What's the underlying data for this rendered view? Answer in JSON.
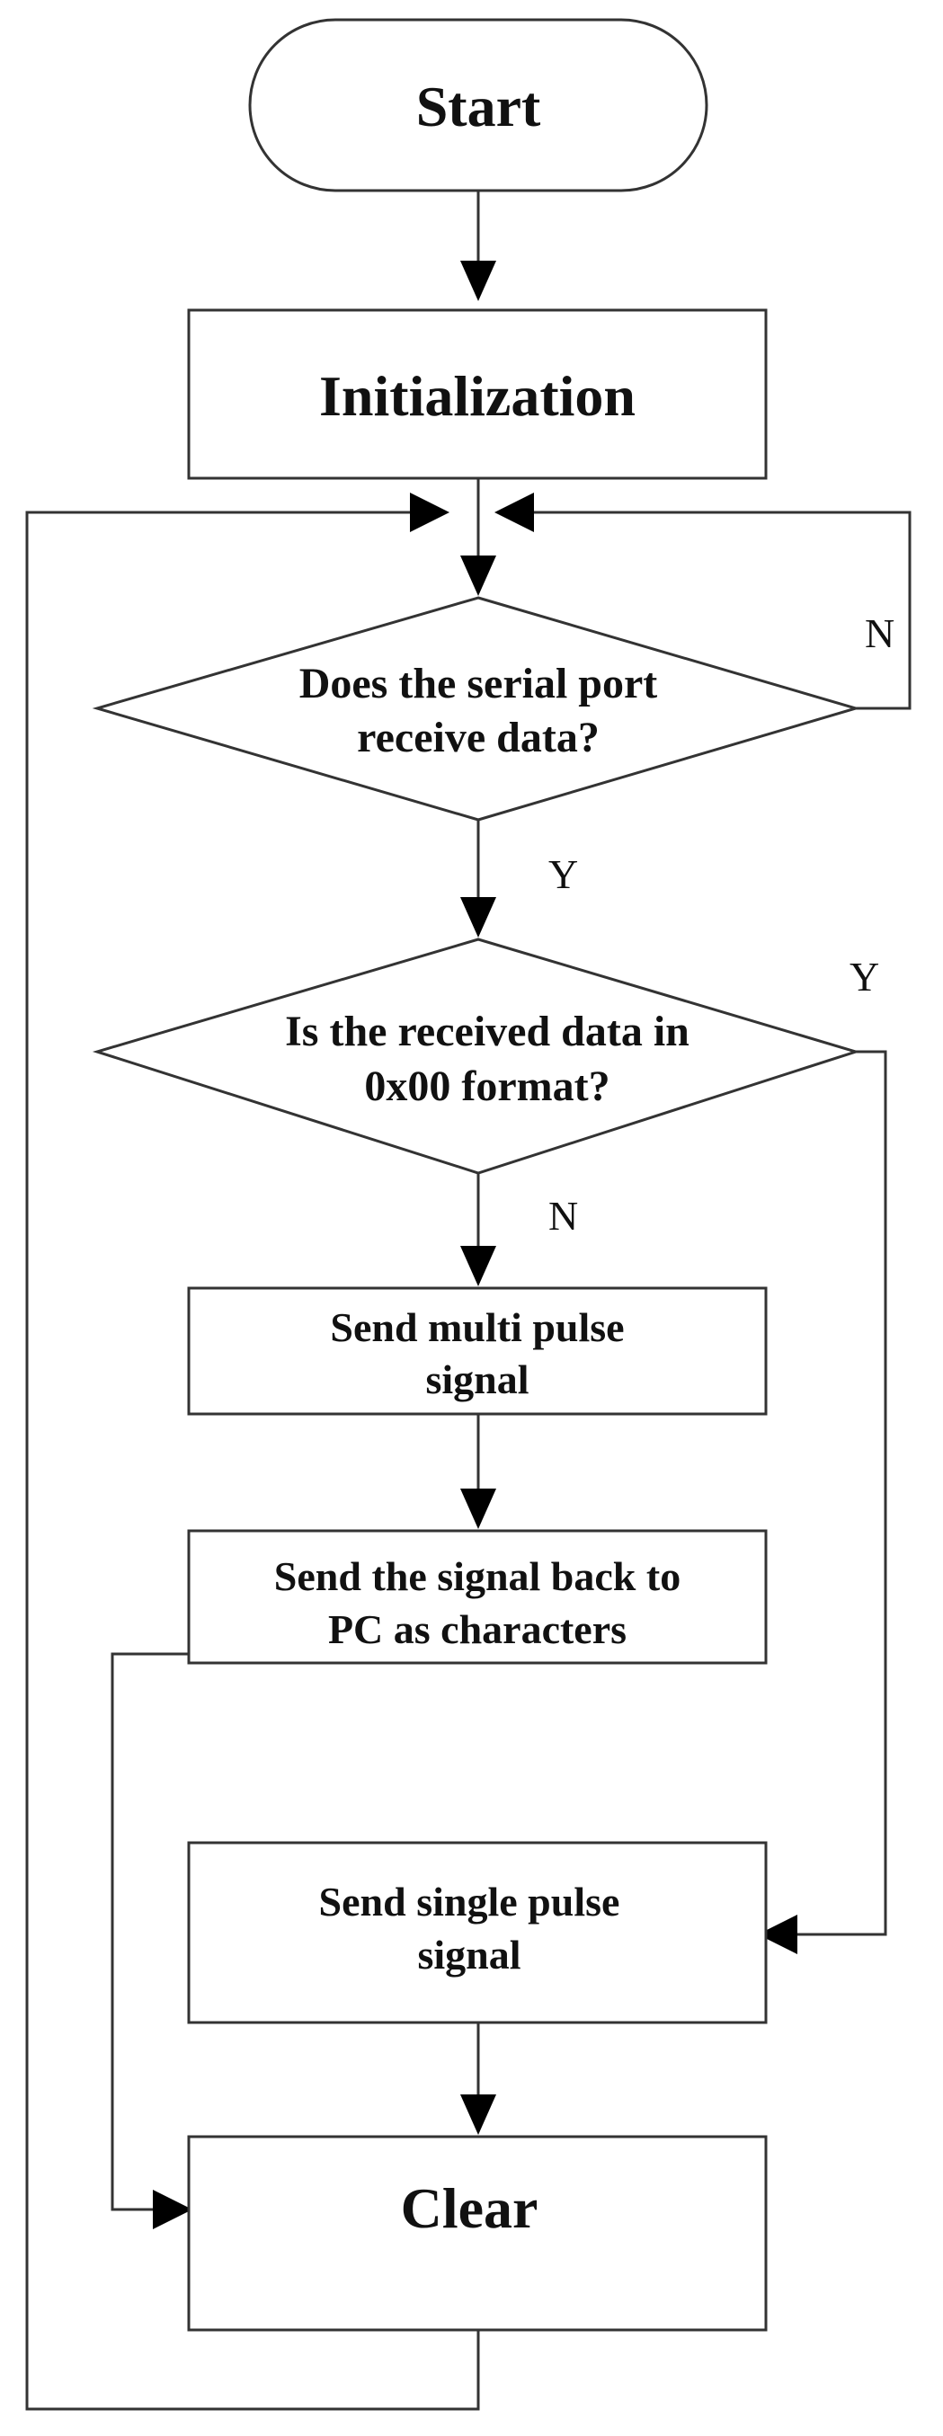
{
  "flowchart": {
    "start": "Start",
    "init": "Initialization",
    "decision1": {
      "line1": "Does the serial port",
      "line2": "receive data?"
    },
    "decision1_no": "N",
    "decision1_yes": "Y",
    "decision2": {
      "line1": "Is the received data in",
      "line2": "0x00 format?"
    },
    "decision2_yes": "Y",
    "decision2_no": "N",
    "multi": {
      "line1": "Send multi pulse",
      "line2": "signal"
    },
    "sendback": {
      "line1": "Send the signal back to",
      "line2": "PC as characters"
    },
    "single": {
      "line1": "Send single pulse",
      "line2": "signal"
    },
    "clear": "Clear"
  }
}
